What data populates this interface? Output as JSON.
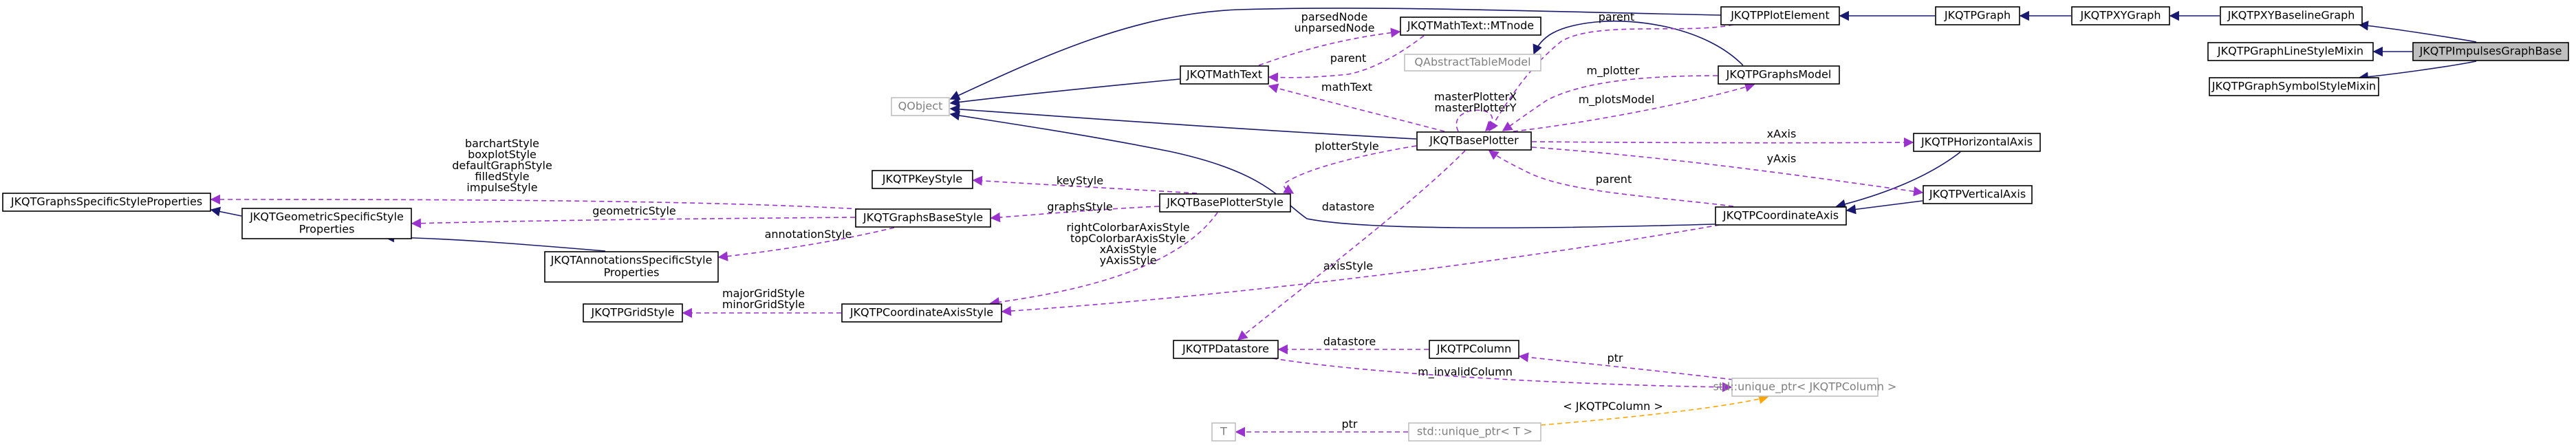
{
  "nodes": [
    {
      "id": "impulses",
      "label": [
        "JKQTPImpulsesGraphBase"
      ],
      "style": "focus"
    },
    {
      "id": "xybaseline",
      "label": [
        "JKQTPXYBaselineGraph"
      ]
    },
    {
      "id": "linestyle",
      "label": [
        "JKQTPGraphLineStyleMixin"
      ]
    },
    {
      "id": "symbolstyle",
      "label": [
        "JKQTPGraphSymbolStyleMixin"
      ]
    },
    {
      "id": "xygraph",
      "label": [
        "JKQTPXYGraph"
      ]
    },
    {
      "id": "graph",
      "label": [
        "JKQTPGraph"
      ]
    },
    {
      "id": "plotelement",
      "label": [
        "JKQTPPlotElement"
      ]
    },
    {
      "id": "mtnode",
      "label": [
        "JKQTMathText::MTnode"
      ]
    },
    {
      "id": "abstracttable",
      "label": [
        "QAbstractTableModel"
      ],
      "style": "gray"
    },
    {
      "id": "graphsmodel",
      "label": [
        "JKQTPGraphsModel"
      ]
    },
    {
      "id": "mathtext",
      "label": [
        "JKQTMathText"
      ]
    },
    {
      "id": "qobject",
      "label": [
        "QObject"
      ],
      "style": "gray"
    },
    {
      "id": "baseplotter",
      "label": [
        "JKQTBasePlotter"
      ]
    },
    {
      "id": "horizontalaxis",
      "label": [
        "JKQTPHorizontalAxis"
      ]
    },
    {
      "id": "verticalaxis",
      "label": [
        "JKQTPVerticalAxis"
      ]
    },
    {
      "id": "keystyle",
      "label": [
        "JKQTPKeyStyle"
      ]
    },
    {
      "id": "basestyle",
      "label": [
        "JKQTBasePlotterStyle"
      ]
    },
    {
      "id": "graphsbasestyle",
      "label": [
        "JKQTGraphsBaseStyle"
      ]
    },
    {
      "id": "specificstyle",
      "label": [
        "JKQTGraphsSpecificStyleProperties"
      ]
    },
    {
      "id": "geometricstyle",
      "label": [
        "JKQTGeometricSpecificStyle",
        "Properties"
      ]
    },
    {
      "id": "annotationsstyle",
      "label": [
        "JKQTAnnotationsSpecificStyle",
        "Properties"
      ]
    },
    {
      "id": "coordinateaxis",
      "label": [
        "JKQTPCoordinateAxis"
      ]
    },
    {
      "id": "gridstyle",
      "label": [
        "JKQTPGridStyle"
      ]
    },
    {
      "id": "axisstyle",
      "label": [
        "JKQTPCoordinateAxisStyle"
      ]
    },
    {
      "id": "datastore",
      "label": [
        "JKQTPDatastore"
      ]
    },
    {
      "id": "column",
      "label": [
        "JKQTPColumn"
      ]
    },
    {
      "id": "uniqueptrcol",
      "label": [
        "std::unique_ptr< JKQTPColumn >"
      ],
      "style": "gray"
    },
    {
      "id": "t",
      "label": [
        "T"
      ],
      "style": "gray"
    },
    {
      "id": "uniqueptrt",
      "label": [
        "std::unique_ptr< T >"
      ],
      "style": "gray"
    }
  ],
  "edges": [
    {
      "from": "impulses",
      "to": "xybaseline",
      "kind": "inherit"
    },
    {
      "from": "impulses",
      "to": "linestyle",
      "kind": "inherit"
    },
    {
      "from": "impulses",
      "to": "symbolstyle",
      "kind": "inherit"
    },
    {
      "from": "xybaseline",
      "to": "xygraph",
      "kind": "inherit"
    },
    {
      "from": "xygraph",
      "to": "graph",
      "kind": "inherit"
    },
    {
      "from": "graph",
      "to": "plotelement",
      "kind": "inherit"
    },
    {
      "from": "plotelement",
      "to": "qobject",
      "kind": "inherit"
    },
    {
      "from": "mathtext",
      "to": "qobject",
      "kind": "inherit"
    },
    {
      "from": "baseplotter",
      "to": "qobject",
      "kind": "inherit"
    },
    {
      "from": "coordinateaxis",
      "to": "qobject",
      "kind": "inherit"
    },
    {
      "from": "graphsmodel",
      "to": "abstracttable",
      "kind": "inherit"
    },
    {
      "from": "horizontalaxis",
      "to": "coordinateaxis",
      "kind": "inherit"
    },
    {
      "from": "verticalaxis",
      "to": "coordinateaxis",
      "kind": "inherit"
    },
    {
      "from": "geometricstyle",
      "to": "specificstyle",
      "kind": "inherit"
    },
    {
      "from": "annotationsstyle",
      "to": "geometricstyle",
      "kind": "inherit"
    },
    {
      "from": "mtnode",
      "to": "mathtext",
      "kind": "use",
      "label": [
        "parent"
      ]
    },
    {
      "from": "mathtext",
      "to": "mtnode",
      "kind": "use",
      "label": [
        "parsedNode",
        "unparsedNode"
      ]
    },
    {
      "from": "plotelement",
      "to": "baseplotter",
      "kind": "use",
      "label": [
        "parent"
      ]
    },
    {
      "from": "graphsmodel",
      "to": "baseplotter",
      "kind": "use",
      "label": [
        "m_plotter"
      ]
    },
    {
      "from": "baseplotter",
      "to": "graphsmodel",
      "kind": "use",
      "label": [
        "m_plotsModel"
      ]
    },
    {
      "from": "baseplotter",
      "to": "mathtext",
      "kind": "use",
      "label": [
        "mathText"
      ]
    },
    {
      "from": "baseplotter",
      "to": "baseplotter",
      "kind": "use",
      "label": [
        "masterPlotterX",
        "masterPlotterY"
      ]
    },
    {
      "from": "baseplotter",
      "to": "horizontalaxis",
      "kind": "use",
      "label": [
        "xAxis"
      ]
    },
    {
      "from": "baseplotter",
      "to": "verticalaxis",
      "kind": "use",
      "label": [
        "yAxis"
      ]
    },
    {
      "from": "coordinateaxis",
      "to": "baseplotter",
      "kind": "use",
      "label": [
        "parent"
      ]
    },
    {
      "from": "baseplotter",
      "to": "basestyle",
      "kind": "use",
      "label": [
        "plotterStyle"
      ]
    },
    {
      "from": "baseplotter",
      "to": "datastore",
      "kind": "use",
      "label": [
        "datastore"
      ]
    },
    {
      "from": "basestyle",
      "to": "keystyle",
      "kind": "use",
      "label": [
        "keyStyle"
      ]
    },
    {
      "from": "basestyle",
      "to": "graphsbasestyle",
      "kind": "use",
      "label": [
        "graphsStyle"
      ]
    },
    {
      "from": "basestyle",
      "to": "axisstyle",
      "kind": "use",
      "label": [
        "rightColorbarAxisStyle",
        "topColorbarAxisStyle",
        "xAxisStyle",
        "yAxisStyle"
      ]
    },
    {
      "from": "graphsbasestyle",
      "to": "specificstyle",
      "kind": "use",
      "label": [
        "barchartStyle",
        "boxplotStyle",
        "defaultGraphStyle",
        "filledStyle",
        "impulseStyle"
      ]
    },
    {
      "from": "graphsbasestyle",
      "to": "geometricstyle",
      "kind": "use",
      "label": [
        "geometricStyle"
      ]
    },
    {
      "from": "graphsbasestyle",
      "to": "annotationsstyle",
      "kind": "use",
      "label": [
        "annotationStyle"
      ]
    },
    {
      "from": "coordinateaxis",
      "to": "axisstyle",
      "kind": "use",
      "label": [
        "axisStyle"
      ]
    },
    {
      "from": "axisstyle",
      "to": "gridstyle",
      "kind": "use",
      "label": [
        "majorGridStyle",
        "minorGridStyle"
      ]
    },
    {
      "from": "column",
      "to": "datastore",
      "kind": "use",
      "label": [
        "datastore"
      ]
    },
    {
      "from": "datastore",
      "to": "uniqueptrcol",
      "kind": "use",
      "label": [
        "m_invalidColumn"
      ]
    },
    {
      "from": "uniqueptrcol",
      "to": "column",
      "kind": "use",
      "label": [
        "ptr"
      ]
    },
    {
      "from": "uniqueptrt",
      "to": "t",
      "kind": "use",
      "label": [
        "ptr"
      ]
    },
    {
      "from": "uniqueptrt",
      "to": "uniqueptrcol",
      "kind": "tmpl",
      "label": [
        "< JKQTPColumn >"
      ]
    }
  ],
  "colors": {
    "inheritance": "#191970",
    "usage": "#9a32cd",
    "template": "#ffa500",
    "focus_fill": "#bfbfbf",
    "external_border": "#bfbfbf",
    "external_text": "#7f7f7f"
  }
}
